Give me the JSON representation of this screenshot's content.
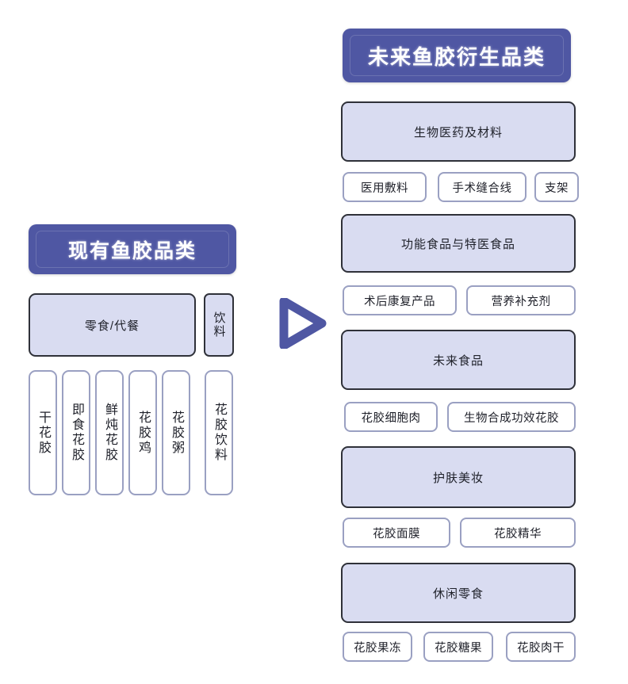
{
  "diagram": {
    "type": "transformation-flow",
    "background_color": "#ffffff",
    "accent_color": "#4f57a3",
    "major_box_fill": "#d9dcf1",
    "major_box_border": "#2f3139",
    "chip_border": "#9aa0c2",
    "arrow": {
      "icon": "play-triangle-right-icon",
      "color": "#4f57a3",
      "direction": "right"
    }
  },
  "left_panel": {
    "title": "现有鱼胶品类",
    "categories": [
      {
        "label": "零食/代餐",
        "orientation": "horizontal"
      },
      {
        "label": "饮料",
        "orientation": "vertical"
      }
    ],
    "products": [
      {
        "label": "干花胶"
      },
      {
        "label": "即食花胶"
      },
      {
        "label": "鲜炖花胶"
      },
      {
        "label": "花胶鸡"
      },
      {
        "label": "花胶粥"
      },
      {
        "label": "花胶饮料"
      }
    ]
  },
  "right_panel": {
    "title": "未来鱼胶衍生品类",
    "sections": [
      {
        "title": "生物医药及材料",
        "items": [
          "医用敷料",
          "手术缝合线",
          "支架"
        ]
      },
      {
        "title": "功能食品与特医食品",
        "items": [
          "术后康复产品",
          "营养补充剂"
        ]
      },
      {
        "title": "未来食品",
        "items": [
          "花胶细胞肉",
          "生物合成功效花胶"
        ]
      },
      {
        "title": "护肤美妆",
        "items": [
          "花胶面膜",
          "花胶精华"
        ]
      },
      {
        "title": "休闲零食",
        "items": [
          "花胶果冻",
          "花胶糖果",
          "花胶肉干"
        ]
      }
    ]
  }
}
